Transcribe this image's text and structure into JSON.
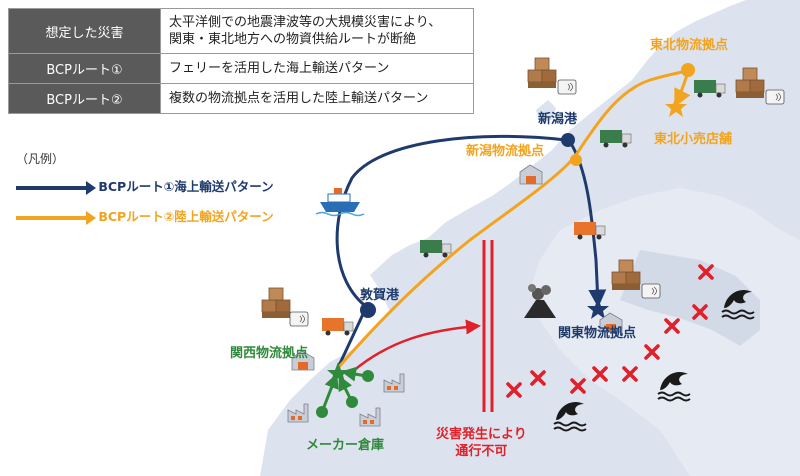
{
  "info_table": {
    "rows": [
      {
        "key": "想定した災害",
        "value_line1": "太平洋側での地震津波等の大規模災害により、",
        "value_line2": "関東・東北地方への物資供給ルートが断絶"
      },
      {
        "key": "BCPルート①",
        "value_line1": "フェリーを活用した海上輸送パターン"
      },
      {
        "key": "BCPルート②",
        "value_line1": "複数の物流拠点を活用した陸上輸送パターン"
      }
    ]
  },
  "legend": {
    "heading": "（凡例）",
    "items": [
      {
        "label": "BCPルート①海上輸送パターン",
        "color": "#1f3b6e"
      },
      {
        "label": "BCPルート②陸上輸送パターン",
        "color": "#f2a41f"
      }
    ]
  },
  "map_labels": {
    "tohoku_hub": "東北物流拠点",
    "tohoku_store": "東北小売店舗",
    "niigata_port": "新潟港",
    "niigata_hub": "新潟物流拠点",
    "tsuruga_port": "敦賀港",
    "kansai_hub": "関西物流拠点",
    "kanto_hub": "関東物流拠点",
    "maker_warehouse": "メーカー倉庫",
    "disaster_line1": "災害発生により",
    "disaster_line2": "通行不可"
  },
  "icon_text": {
    "rfid": "RFID"
  },
  "colors": {
    "land": "#dde3ee",
    "sea_route": "#1f3b6e",
    "land_route": "#f2a41f",
    "supply": "#2f8a3b",
    "disaster": "#e0202a",
    "table_header": "#5a5a5a"
  }
}
